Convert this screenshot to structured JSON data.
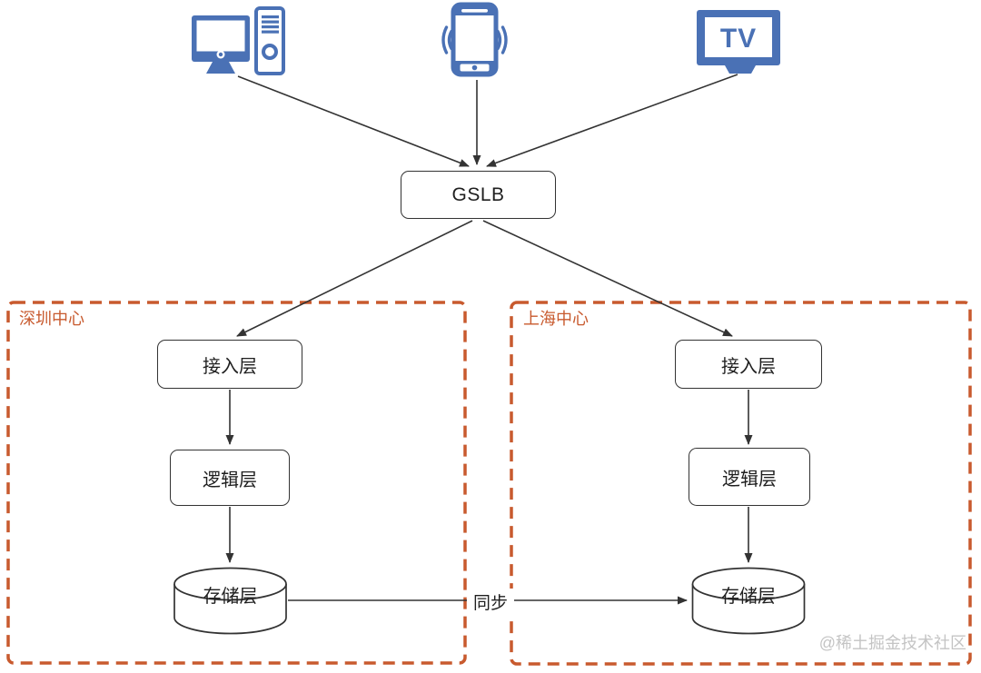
{
  "devices": {
    "desktop": {
      "icon": "desktop-computer-icon"
    },
    "phone": {
      "icon": "mobile-phone-icon"
    },
    "tv": {
      "icon": "tv-icon",
      "label": "TV"
    }
  },
  "gslb": {
    "label": "GSLB"
  },
  "centers": [
    {
      "title": "深圳中心",
      "layers": [
        "接入层",
        "逻辑层",
        "存储层"
      ]
    },
    {
      "title": "上海中心",
      "layers": [
        "接入层",
        "逻辑层",
        "存储层"
      ]
    }
  ],
  "sync": {
    "label": "同步"
  },
  "watermark": {
    "label": "@稀土掘金技术社区"
  },
  "colors": {
    "accent_blue": "#4a71b5",
    "center_border": "#c85a2e",
    "line_color": "#333333",
    "watermark_color": "#c4c4c4"
  }
}
